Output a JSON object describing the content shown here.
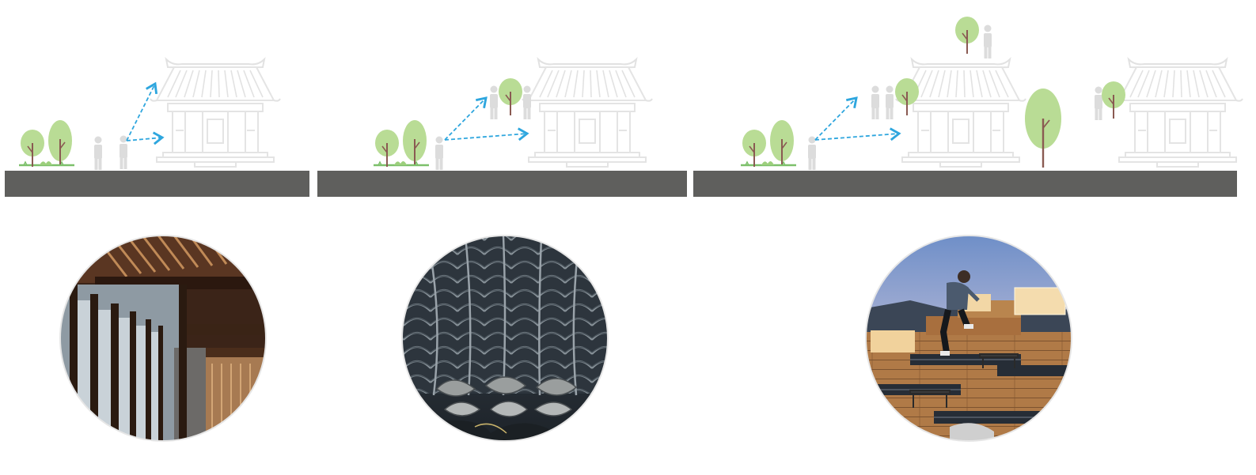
{
  "colors": {
    "background": "#ffffff",
    "ground": "#5f5f5d",
    "tree_foliage": "#b9dc95",
    "tree_trunk": "#8a5a52",
    "person": "#d9d9d9",
    "building_outline": "#e4e4e4",
    "sightline": "#2ea6de",
    "grass": "#7cc06a",
    "circle_border": "#e6e6e6"
  },
  "panels": [
    {
      "id": "panel-1",
      "subject": "courtyard-building-interior-eye-level",
      "photo": {
        "subject": "timber-interior-photo",
        "icon": "timber-frame-icon"
      }
    },
    {
      "id": "panel-2",
      "subject": "roof-tiles-view",
      "photo": {
        "subject": "roof-tiles-photo",
        "icon": "roof-tiles-icon"
      }
    },
    {
      "id": "panel-3",
      "subject": "rooftop-terrace-view",
      "photo": {
        "subject": "rooftop-terrace-photo",
        "icon": "rooftop-terrace-icon"
      }
    }
  ]
}
